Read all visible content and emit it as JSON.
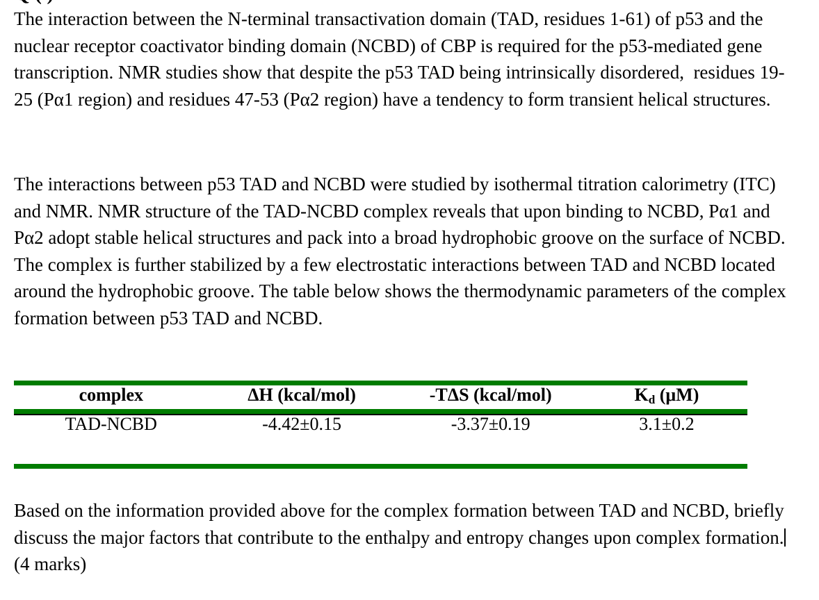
{
  "document": {
    "clipped_heading": "Q      (      )",
    "paragraphs": {
      "intro": "The interaction between the N-terminal transactivation domain (TAD, residues 1-61) of p53 and the nuclear receptor coactivator binding domain (NCBD) of CBP is required for the p53-mediated gene transcription. NMR studies show that despite the p53 TAD being intrinsically disordered,  residues 19-25 (Pα1 region) and residues 47-53 (Pα2 region) have a tendency to form transient helical structures.",
      "study": "The interactions between p53 TAD and NCBD were studied by isothermal titration calorimetry (ITC) and NMR. NMR structure of the TAD-NCBD complex reveals that upon binding to NCBD, Pα1 and Pα2 adopt stable helical structures and pack into a broad hydrophobic groove on the surface of NCBD. The complex is further stabilized by a few electrostatic interactions between TAD and NCBD located around the hydrophobic groove. The table below shows the thermodynamic parameters of the complex formation between p53 TAD and NCBD.",
      "question_before_caret": "Based on the information provided above for the complex formation between TAD and NCBD, briefly discuss the major factors that contribute to the enthalpy and entropy changes upon complex formation.",
      "question_after_caret": "(4 marks)"
    }
  },
  "table": {
    "rule_color": "#007c00",
    "hairline_color": "#000000",
    "headers": {
      "complex": "complex",
      "enthalpy_prefix": "ΔH (kcal/mol)",
      "entropy_prefix": "-TΔS (kcal/mol)",
      "kd_main": "K",
      "kd_sub": "d",
      "kd_units": " (μM)"
    },
    "rows": [
      {
        "complex": "TAD-NCBD",
        "enthalpy": "-4.42±0.15",
        "entropy": "-3.37±0.19",
        "kd": "3.1±0.2"
      }
    ]
  }
}
